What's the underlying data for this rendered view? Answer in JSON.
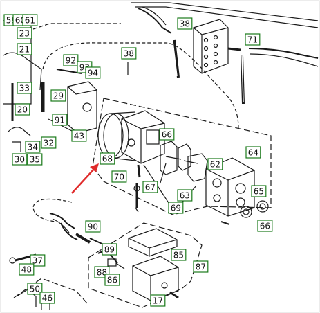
{
  "diagram": {
    "callouts": [
      "59",
      "60",
      "61",
      "23",
      "21",
      "33",
      "20",
      "34",
      "30",
      "35",
      "32",
      "92",
      "93",
      "94",
      "29",
      "91",
      "43",
      "38",
      "38",
      "71",
      "68",
      "70",
      "67",
      "66",
      "62",
      "64",
      "65",
      "66",
      "63",
      "69",
      "90",
      "89",
      "88",
      "86",
      "85",
      "87",
      "17",
      "37",
      "48",
      "50",
      "46"
    ],
    "colors": {
      "line": "#1a1a1a",
      "label_border": "#1a7a1a",
      "label_fill": "#ffffff",
      "arrow": "#e02b2b"
    }
  }
}
